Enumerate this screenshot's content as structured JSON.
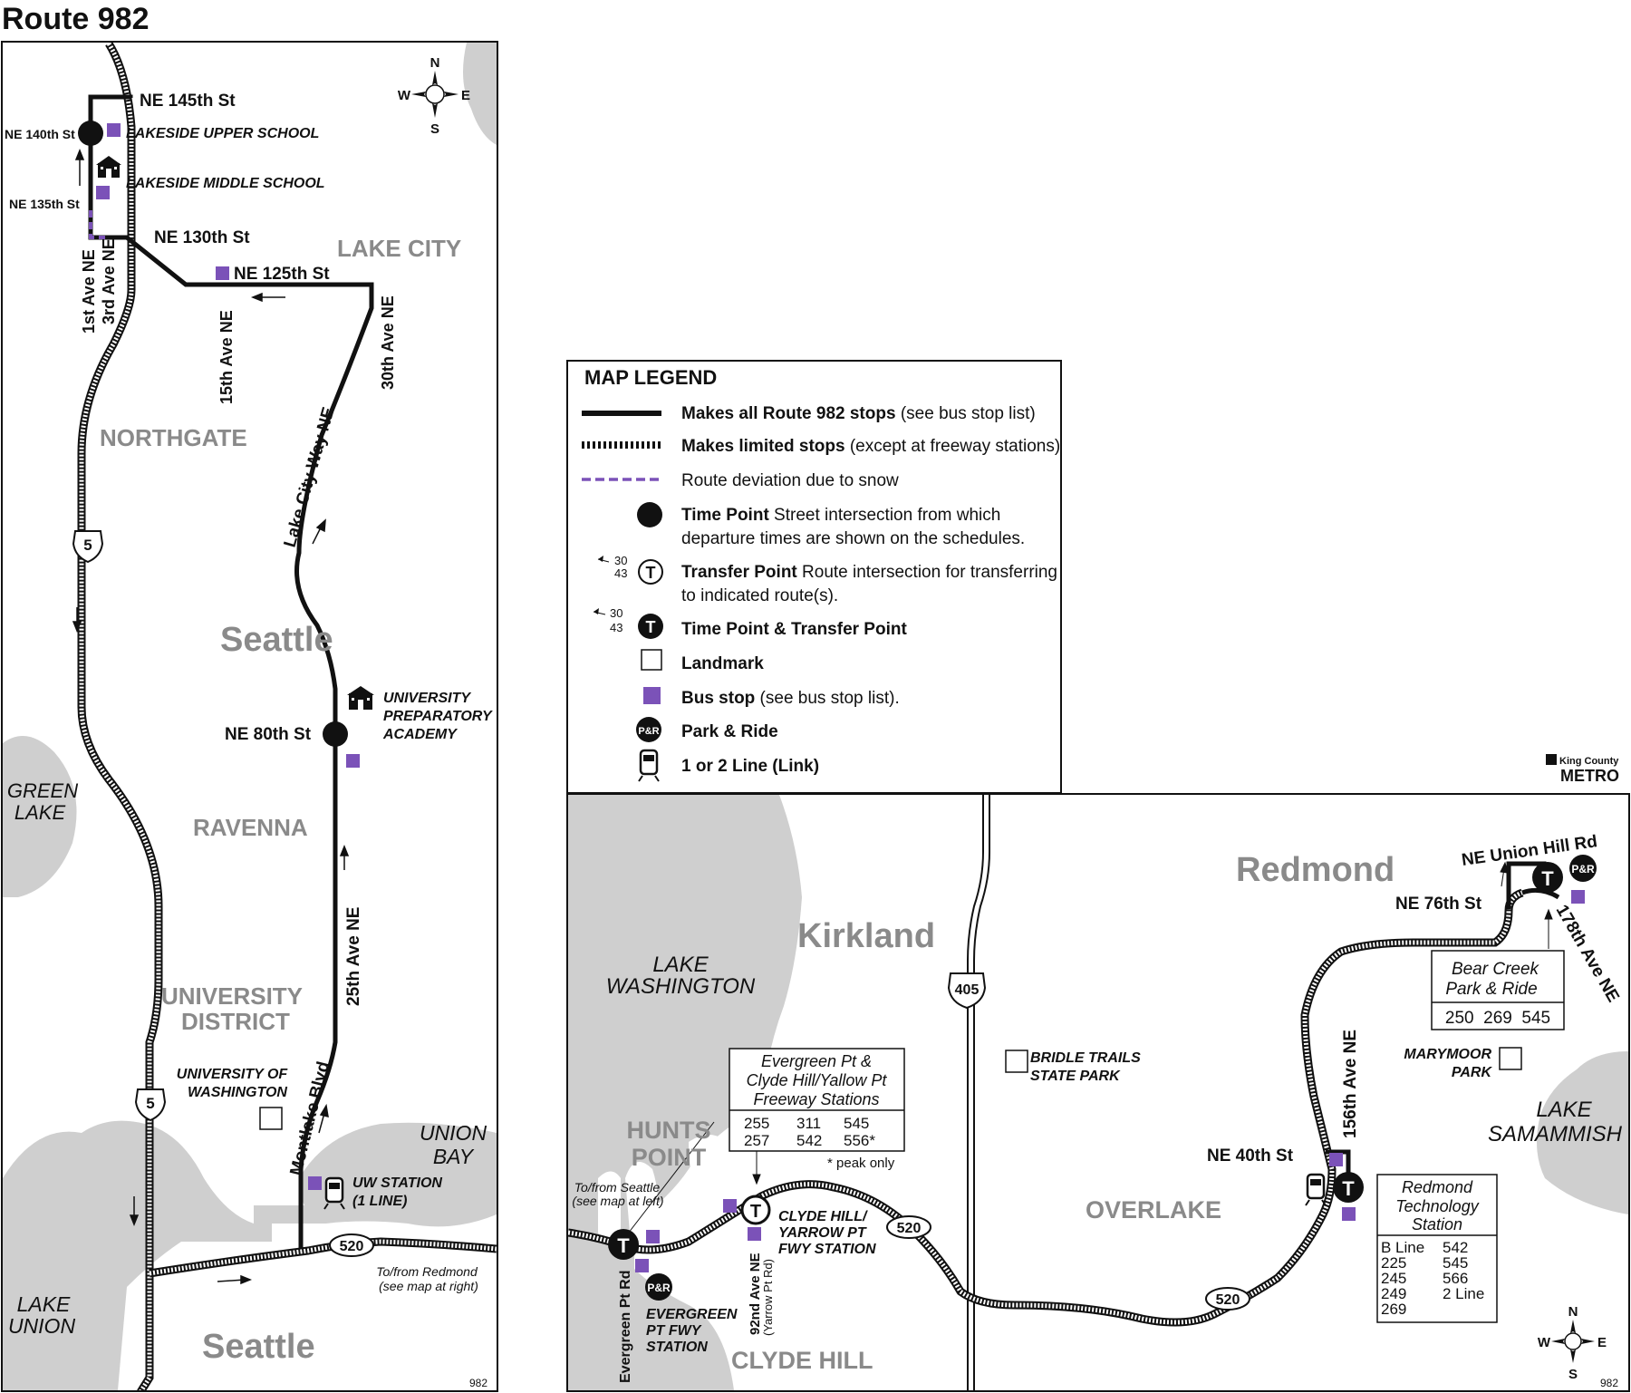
{
  "title": "Route 982",
  "route_number": "982",
  "colors": {
    "route": "#111111",
    "deviation": "#7b52b8",
    "stop": "#7b52b8",
    "water": "#cfcfcf",
    "area_label": "#8a8a8a"
  },
  "icons": {
    "compass": "compass-rose-icon",
    "school": "school-icon",
    "train": "light-rail-train-icon",
    "park_ride": "park-and-ride-icon",
    "transfer": "transfer-point-icon",
    "time_point": "time-point-icon",
    "stop": "bus-stop-icon",
    "landmark": "landmark-icon",
    "logo": "king-county-metro-logo"
  },
  "compass": {
    "n": "N",
    "s": "S",
    "e": "E",
    "w": "W"
  },
  "left_map": {
    "streets": {
      "ne_145th": "NE 145th St",
      "ne_140th": "NE 140th St",
      "ne_135th": "NE 135th St",
      "ne_130th": "NE 130th St",
      "ne_125th": "NE 125th St",
      "first_ave": "1st Ave NE",
      "third_ave": "3rd Ave NE",
      "fifteenth_ave": "15th Ave NE",
      "thirtieth_ave": "30th Ave NE",
      "lake_city_way": "Lake City Way NE",
      "ne_80th": "NE 80th St",
      "twentyfifth_ave": "25th Ave NE",
      "montlake": "Montlake Blvd"
    },
    "places": {
      "lakeside_upper": "LAKESIDE UPPER SCHOOL",
      "lakeside_middle": "LAKESIDE MIDDLE SCHOOL",
      "lake_city": "LAKE CITY",
      "northgate": "NORTHGATE",
      "seattle_mid": "Seattle",
      "univ_prep_1": "UNIVERSITY",
      "univ_prep_2": "PREPARATORY",
      "univ_prep_3": "ACADEMY",
      "green_lake_1": "GREEN",
      "green_lake_2": "LAKE",
      "ravenna": "RAVENNA",
      "univ_district_1": "UNIVERSITY",
      "univ_district_2": "DISTRICT",
      "uw_1": "UNIVERSITY OF",
      "uw_2": "WASHINGTON",
      "union_bay_1": "UNION",
      "union_bay_2": "BAY",
      "uw_station_1": "UW STATION",
      "uw_station_2": "(1 LINE)",
      "redmond_note_1": "To/from Redmond",
      "redmond_note_2": "(see map at right)",
      "lake_union_1": "LAKE",
      "lake_union_2": "UNION",
      "seattle_bottom": "Seattle"
    },
    "shields": {
      "i5_a": "5",
      "i5_b": "5",
      "sr520": "520"
    },
    "code": "982"
  },
  "legend": {
    "title": "MAP LEGEND",
    "items": [
      {
        "bold": "Makes all Route 982 stops",
        "text": " (see bus stop list)"
      },
      {
        "bold": "Makes limited stops",
        "text": " (except at freeway stations)"
      },
      {
        "bold": "",
        "text": "Route deviation due to snow"
      },
      {
        "bold": "Time Point",
        "text": " Street intersection from which",
        "text2": "departure times are shown on the schedules."
      },
      {
        "bold": "Transfer Point",
        "text": " Route intersection for transferring",
        "text2": "to indicated route(s)."
      },
      {
        "bold": "Time Point & Transfer Point",
        "text": ""
      },
      {
        "bold": "Landmark",
        "text": ""
      },
      {
        "bold": "Bus stop",
        "text": " (see bus stop list)."
      },
      {
        "bold": "Park & Ride",
        "text": ""
      },
      {
        "bold": "1 or 2 Line (Link)",
        "text": ""
      }
    ],
    "sample_routes": {
      "a": "30",
      "b": "43"
    },
    "pr_label": "P&R",
    "t_label": "T"
  },
  "logo": {
    "line1": "King County",
    "line2": "METRO"
  },
  "right_map": {
    "places": {
      "lake_wa_1": "LAKE",
      "lake_wa_2": "WASHINGTON",
      "kirkland": "Kirkland",
      "redmond": "Redmond",
      "hunts_1": "HUNTS",
      "hunts_2": "POINT",
      "bridle_1": "BRIDLE TRAILS",
      "bridle_2": "STATE PARK",
      "overlake": "OVERLAKE",
      "clyde_hill": "CLYDE HILL",
      "marymoor_1": "MARYMOOR",
      "marymoor_2": "PARK",
      "lake_sam_1": "LAKE",
      "lake_sam_2": "SAMAMMISH",
      "seattle_note_1": "To/from Seattle",
      "seattle_note_2": "(see map at left)",
      "clyde_fwy_1": "CLYDE HILL/",
      "clyde_fwy_2": "YARROW PT",
      "clyde_fwy_3": "FWY STATION",
      "evergreen_fwy_1": "EVERGREEN",
      "evergreen_fwy_2": "PT FWY",
      "evergreen_fwy_3": "STATION"
    },
    "streets": {
      "evergreen_pt_rd": "Evergreen Pt Rd",
      "ninetysecond_1": "92nd Ave NE",
      "ninetysecond_2": "(Yarrow Pt Rd)",
      "ne_union_hill": "NE Union Hill Rd",
      "ne_76th": "NE 76th St",
      "one78th": "178th Ave NE",
      "one56th": "156th Ave NE",
      "ne_40th": "NE 40th St"
    },
    "shields": {
      "i405": "405",
      "sr520_a": "520",
      "sr520_b": "520"
    },
    "box_evergreen": {
      "title_1": "Evergreen Pt &",
      "title_2": "Clyde Hill/Yallow Pt",
      "title_3": "Freeway Stations",
      "row_1": [
        "255",
        "311",
        "545"
      ],
      "row_2": [
        "257",
        "542",
        "556*"
      ],
      "note": "* peak only"
    },
    "box_bear_creek": {
      "title_1": "Bear Creek",
      "title_2": "Park & Ride",
      "routes": "250  269  545"
    },
    "box_redmond_tech": {
      "title_1": "Redmond",
      "title_2": "Technology",
      "title_3": "Station",
      "col_1": [
        "B Line",
        "225",
        "245",
        "249",
        "269"
      ],
      "col_2": [
        "542",
        "545",
        "566",
        "2 Line"
      ]
    },
    "code": "982"
  }
}
